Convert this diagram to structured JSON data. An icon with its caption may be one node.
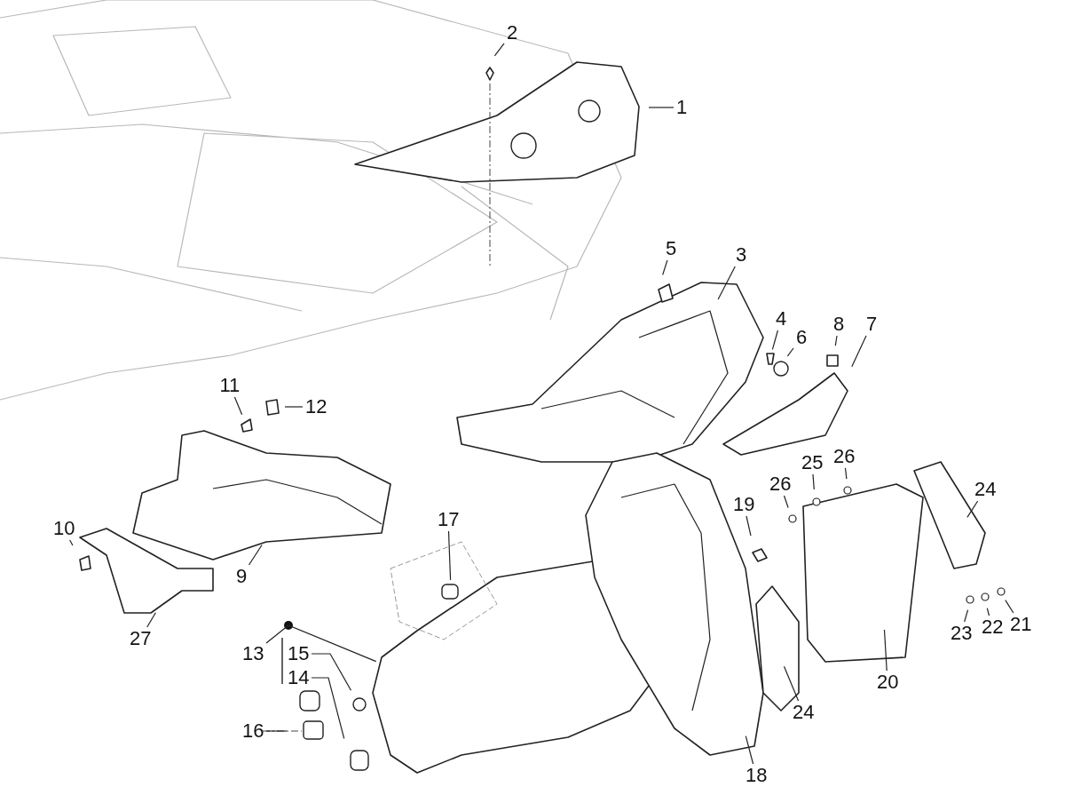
{
  "diagram": {
    "nodes": [
      {
        "text": [
          "1"
        ]
      },
      {
        "text": [
          "2"
        ]
      },
      {
        "text": [
          "3"
        ]
      },
      {
        "text": [
          "4"
        ]
      },
      {
        "text": [
          "5"
        ]
      },
      {
        "text": [
          "6"
        ]
      },
      {
        "text": [
          "7"
        ]
      },
      {
        "text": [
          "8"
        ]
      },
      {
        "text": [
          "9"
        ]
      },
      {
        "text": [
          "10"
        ]
      },
      {
        "text": [
          "11"
        ]
      },
      {
        "text": [
          "12"
        ]
      },
      {
        "text": [
          "13"
        ]
      },
      {
        "text": [
          "15"
        ]
      },
      {
        "text": [
          "14"
        ]
      },
      {
        "text": [
          "16"
        ]
      },
      {
        "text": [
          "17"
        ]
      },
      {
        "text": [
          "18"
        ]
      },
      {
        "text": [
          "19"
        ]
      },
      {
        "text": [
          "20"
        ]
      },
      {
        "text": [
          "21"
        ]
      },
      {
        "text": [
          "22"
        ]
      },
      {
        "text": [
          "23"
        ]
      },
      {
        "text": [
          "24"
        ]
      },
      {
        "text": [
          "24"
        ]
      },
      {
        "text": [
          "25"
        ]
      },
      {
        "text": [
          "26"
        ]
      },
      {
        "text": [
          "26"
        ]
      },
      {
        "text": [
          "27"
        ]
      }
    ],
    "edges": [
      {
        "from": 0,
        "to": null,
        "arrow": "none"
      },
      {
        "from": 1,
        "to": null,
        "arrow": "none"
      },
      {
        "from": 2,
        "to": null,
        "arrow": "none"
      },
      {
        "from": 3,
        "to": null,
        "arrow": "none"
      },
      {
        "from": 4,
        "to": null,
        "arrow": "none"
      },
      {
        "from": 5,
        "to": null,
        "arrow": "none"
      },
      {
        "from": 6,
        "to": null,
        "arrow": "none"
      },
      {
        "from": 7,
        "to": null,
        "arrow": "none"
      },
      {
        "from": 8,
        "to": null,
        "arrow": "none"
      },
      {
        "from": 9,
        "to": null,
        "arrow": "none"
      },
      {
        "from": 10,
        "to": null,
        "arrow": "none"
      },
      {
        "from": 11,
        "to": null,
        "arrow": "none"
      },
      {
        "from": 12,
        "to": null,
        "arrow": "none"
      },
      {
        "from": 13,
        "to": null,
        "arrow": "none"
      },
      {
        "from": 14,
        "to": null,
        "arrow": "none"
      },
      {
        "from": 15,
        "to": null,
        "arrow": "none"
      },
      {
        "from": 16,
        "to": null,
        "arrow": "none"
      },
      {
        "from": 17,
        "to": null,
        "arrow": "none"
      },
      {
        "from": 18,
        "to": null,
        "arrow": "none"
      },
      {
        "from": 19,
        "to": null,
        "arrow": "none"
      },
      {
        "from": 20,
        "to": null,
        "arrow": "none"
      },
      {
        "from": 21,
        "to": null,
        "arrow": "none"
      },
      {
        "from": 22,
        "to": null,
        "arrow": "none"
      },
      {
        "from": 23,
        "to": null,
        "arrow": "none"
      },
      {
        "from": 24,
        "to": null,
        "arrow": "none"
      },
      {
        "from": 25,
        "to": null,
        "arrow": "none"
      },
      {
        "from": 26,
        "to": null,
        "arrow": "none"
      },
      {
        "from": 27,
        "to": null,
        "arrow": "none"
      },
      {
        "from": 28,
        "to": null,
        "arrow": "none"
      }
    ]
  }
}
